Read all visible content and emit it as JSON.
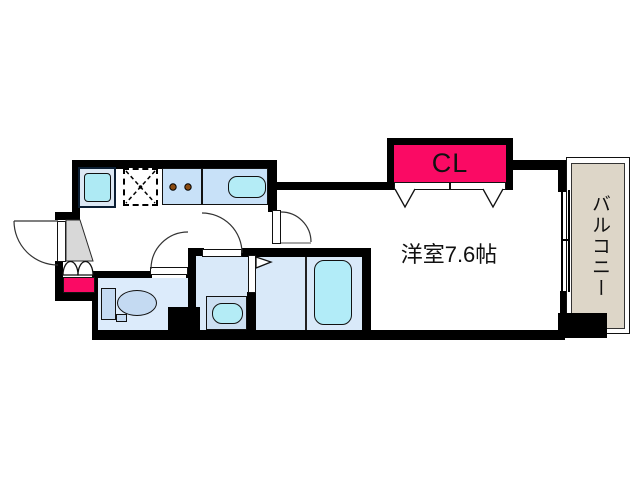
{
  "title": "apartment floor plan",
  "labels": {
    "closet": "CL",
    "main_room": "洋室7.6帖",
    "balcony": "バルコニー"
  },
  "colors": {
    "wall": "#000000",
    "accent_pink": "#fa0a64",
    "counter_blue": "#c8e1f8",
    "fixture_cyan": "#b2ecf8",
    "room_blue": "#d9e9f9",
    "toilet_room_blue": "#dcebfb",
    "toilet_fixture_blue": "#c4daf2",
    "balcony_beige": "#ddd6c8",
    "entrance_gray": "#d8d8d8",
    "burner_brown": "#8a4a10"
  },
  "fixtures": {
    "kitchen": [
      "washing-machine-pan",
      "refrigerator-space",
      "two-burner-stove",
      "kitchen-sink-counter"
    ],
    "sanitary": [
      "toilet",
      "wash-basin",
      "bathtub"
    ],
    "storage": [
      "closet",
      "shoe-cabinet"
    ],
    "openings": [
      "entrance-door",
      "toilet-door",
      "washroom-door",
      "main-room-door",
      "bathroom-folding-door",
      "balcony-sliding-window"
    ]
  }
}
